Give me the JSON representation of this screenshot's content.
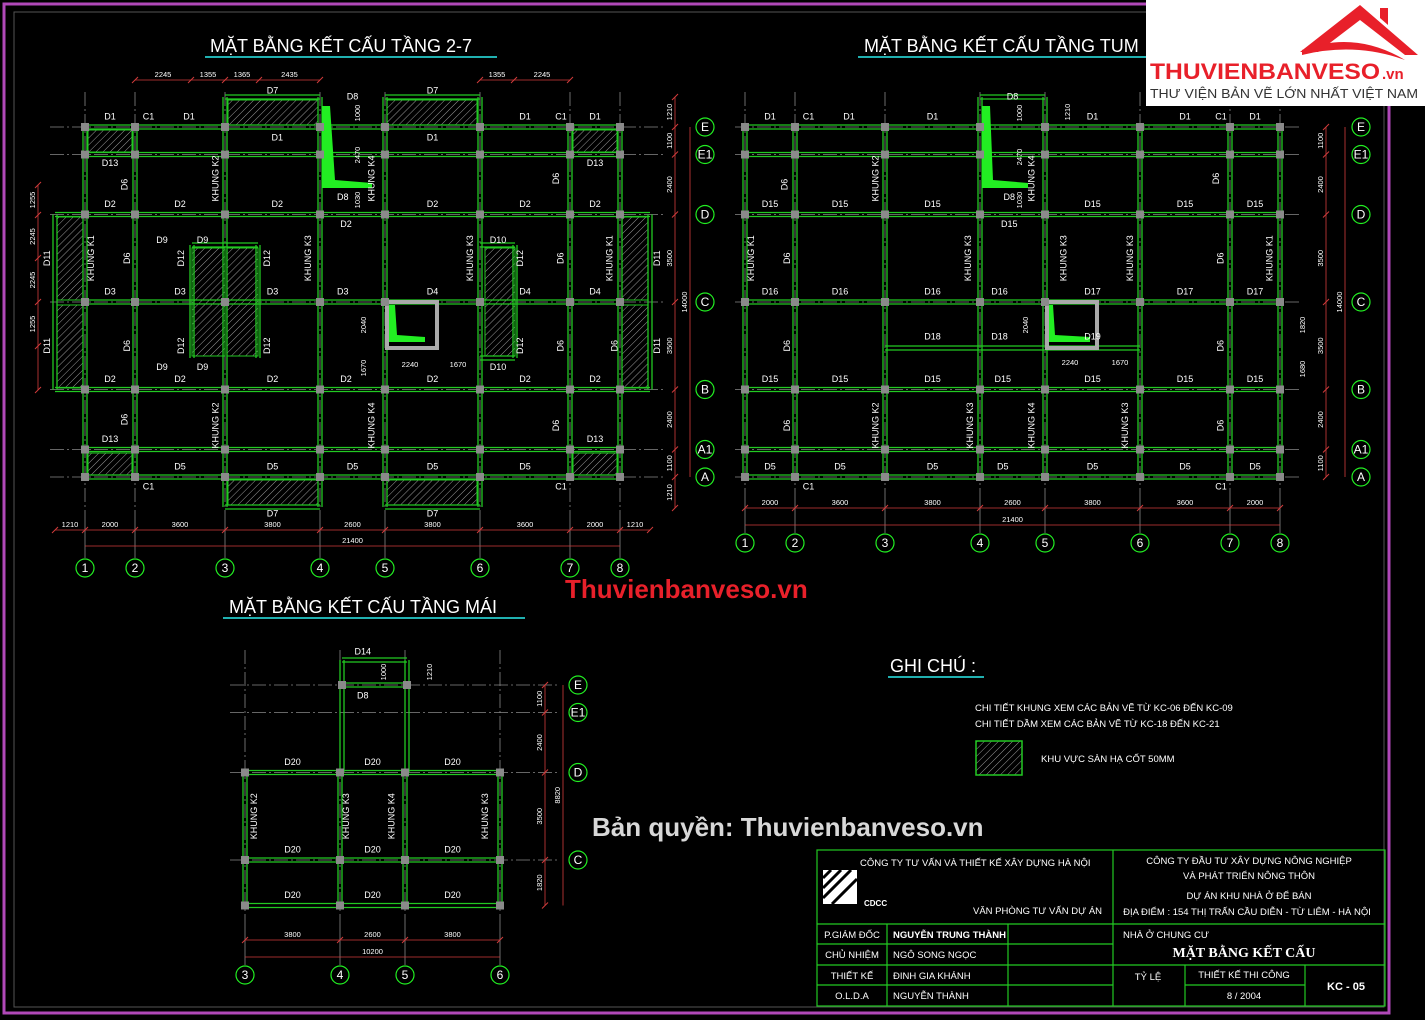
{
  "titles": {
    "plan1": "MẶT BẰNG KẾT CẤU TẦNG 2-7",
    "plan2": "MẶT BẰNG KẾT CẤU TẦNG TUM",
    "plan3": "MẶT BẰNG KẾT CẤU TẦNG MÁI"
  },
  "plans": {
    "plan1": {
      "x_axes": [
        "1",
        "2",
        "3",
        "4",
        "5",
        "6",
        "7",
        "8"
      ],
      "x_spans_mm": [
        2000,
        3600,
        3800,
        2600,
        3800,
        3600,
        2000
      ],
      "y_axes": [
        "E",
        "E1",
        "D",
        "C",
        "B",
        "A1",
        "A"
      ],
      "y_spans_mm": [
        1100,
        2400,
        3500,
        3500,
        2400,
        1100
      ],
      "bottom_dims": [
        "1210",
        "2000",
        "3600",
        "3800",
        "2600",
        "3800",
        "3600",
        "2000",
        "1210"
      ],
      "bottom_total": "21400",
      "top_dims_left": [
        "2245",
        "1355",
        "1365",
        "2435"
      ],
      "top_dims_right": [
        "1355",
        "2245"
      ],
      "right_dims": [
        "1210",
        "1100",
        "2400",
        "3500",
        "3500",
        "2400",
        "1100",
        "1210"
      ],
      "right_total": "14000",
      "left_dims": [
        "1255",
        "2245",
        "2245",
        "1255"
      ],
      "inner_dims": [
        "1000",
        "2470",
        "1030",
        "2040",
        "1670",
        "2240",
        "1670"
      ],
      "labels": [
        "D1",
        "C1",
        "D1",
        "D7",
        "D1",
        "D8",
        "D7",
        "D1",
        "D1",
        "C1",
        "D1",
        "D13",
        "D13",
        "D6",
        "KHUNG K2",
        "KHUNG K4",
        "D6",
        "D2",
        "D2",
        "D2",
        "D8",
        "D2",
        "D2",
        "D2",
        "D2",
        "D11",
        "KHUNG K1",
        "D6",
        "D9",
        "D9",
        "D12",
        "D12",
        "KHUNG K3",
        "KHUNG K3",
        "D10",
        "D12",
        "D6",
        "KHUNG K1",
        "D11",
        "D3",
        "D3",
        "D3",
        "D3",
        "D4",
        "D4",
        "D4",
        "D11",
        "D6",
        "D12",
        "D9",
        "D9",
        "D12",
        "D6",
        "D10",
        "D12",
        "D6",
        "D11",
        "D2",
        "D2",
        "D2",
        "D2",
        "D2",
        "D2",
        "D2",
        "D6",
        "KHUNG K2",
        "KHUNG K4",
        "D6",
        "D13",
        "D13",
        "D5",
        "D5",
        "D5",
        "D5",
        "D5",
        "C1",
        "C1",
        "D7",
        "D7"
      ]
    },
    "plan2": {
      "x_axes": [
        "1",
        "2",
        "3",
        "4",
        "5",
        "6",
        "7",
        "8"
      ],
      "x_spans_mm": [
        2000,
        3600,
        3800,
        2600,
        3800,
        3600,
        2000
      ],
      "y_axes": [
        "E",
        "E1",
        "D",
        "C",
        "B",
        "A1",
        "A"
      ],
      "y_spans_mm": [
        1100,
        2400,
        3500,
        3500,
        2400,
        1100
      ],
      "bottom_dims": [
        "2000",
        "3600",
        "3800",
        "2600",
        "3800",
        "3600",
        "2000"
      ],
      "bottom_total": "21400",
      "right_dims": [
        "1100",
        "2400",
        "3500",
        "3500",
        "2400",
        "1100"
      ],
      "right_total": "14000",
      "inner_dims": [
        "1000",
        "1210",
        "2470",
        "1030",
        "1820",
        "1680",
        "2040",
        "1670",
        "2240",
        "1670"
      ],
      "labels": [
        "D1",
        "C1",
        "D1",
        "D1",
        "D8",
        "D1",
        "D1",
        "C1",
        "D1",
        "D6",
        "KHUNG K2",
        "KHUNG K4",
        "D6",
        "D15",
        "D15",
        "D15",
        "D8",
        "D15",
        "D15",
        "D15",
        "D15",
        "KHUNG K1",
        "D6",
        "KHUNG K3",
        "KHUNG K3",
        "KHUNG K3",
        "D6",
        "KHUNG K1",
        "D16",
        "D16",
        "D16",
        "D16",
        "D17",
        "D17",
        "D17",
        "D18",
        "D18",
        "D19",
        "D6",
        "D6",
        "D15",
        "D15",
        "D15",
        "D15",
        "D15",
        "D15",
        "D15",
        "D6",
        "KHUNG K2",
        "KHUNG K3",
        "KHUNG K4",
        "KHUNG K3",
        "D6",
        "D5",
        "D5",
        "D5",
        "D5",
        "D5",
        "D5",
        "D5",
        "C1",
        "C1"
      ]
    },
    "plan3": {
      "x_axes": [
        "3",
        "4",
        "5",
        "6"
      ],
      "x_spans_mm": [
        3800,
        2600,
        3800
      ],
      "y_axes": [
        "E",
        "E1",
        "D",
        "C"
      ],
      "y_spans_mm": [
        1100,
        2400,
        3500
      ],
      "bottom_dims": [
        "3800",
        "2600",
        "3800"
      ],
      "bottom_total": "10200",
      "right_dims": [
        "1100",
        "2400",
        "3500",
        "1820"
      ],
      "right_total": "8820",
      "inner_dims": [
        "1000",
        "1210"
      ],
      "labels": [
        "D14",
        "D8",
        "D20",
        "D20",
        "D20",
        "KHUNG K2",
        "KHUNG K3",
        "KHUNG K4",
        "KHUNG K3",
        "D20",
        "D20",
        "D20",
        "D20",
        "D20",
        "D20"
      ]
    }
  },
  "notes": {
    "heading": "GHI CHÚ :",
    "line1": "CHI TIẾT KHUNG XEM CÁC BẢN VẼ TỪ KC-06 ĐẾN KC-09",
    "line2": "CHI TIẾT DẦM XEM CÁC BẢN VẼ TỪ KC-18 ĐẾN KC-21",
    "legend": "KHU VỰC SÀN HẠ CỐT 50MM"
  },
  "title_block": {
    "consultant": "CÔNG TY TƯ VẤN VÀ THIẾT KẾ XÂY DỰNG HÀ NỘI",
    "consultant_logo": "CDCC",
    "office": "VĂN PHÒNG TƯ VẤN DỰ ÁN",
    "client_line1": "CÔNG TY ĐẦU TƯ XÂY DỰNG NÔNG NGHIỆP",
    "client_line2": "VÀ PHÁT TRIỂN NÔNG THÔN",
    "project": "DỰ ÁN KHU NHÀ Ở ĐỂ BÁN",
    "location": "ĐỊA ĐIỂM : 154 THỊ TRẤN CẦU DIỄN - TỪ LIÊM - HÀ NỘI",
    "roles": [
      {
        "role": "P.GIÁM ĐỐC",
        "name": "NGUYỄN TRUNG THÀNH"
      },
      {
        "role": "CHỦ NHIỆM",
        "name": "NGÔ SONG NGỌC"
      },
      {
        "role": "THIẾT KẾ",
        "name": "ĐINH GIA KHÁNH"
      },
      {
        "role": "O.L.D.A",
        "name": "NGUYỄN THÀNH"
      }
    ],
    "building": "NHÀ Ở CHUNG CƯ",
    "drawing_title": "MẶT BẰNG KẾT CẤU",
    "scale_label": "TỶ LỆ",
    "phase": "THIẾT KẾ THI CÔNG",
    "date": "8 / 2004",
    "sheet": "KC - 05"
  },
  "watermarks": {
    "red": "Thuvienbanveso.vn",
    "copyright": "Bản quyền: Thuvienbanveso.vn"
  },
  "logo": {
    "brand": "THUVIENBANVESO",
    "brand_suffix": ".vn",
    "tagline": "THƯ VIỆN BẢN VẼ LỚN NHẤT VIỆT NAM"
  },
  "colors": {
    "beam": "#22c922",
    "accent": "#22ee22",
    "frame": "#b048b8",
    "brand": "#e8202a"
  }
}
